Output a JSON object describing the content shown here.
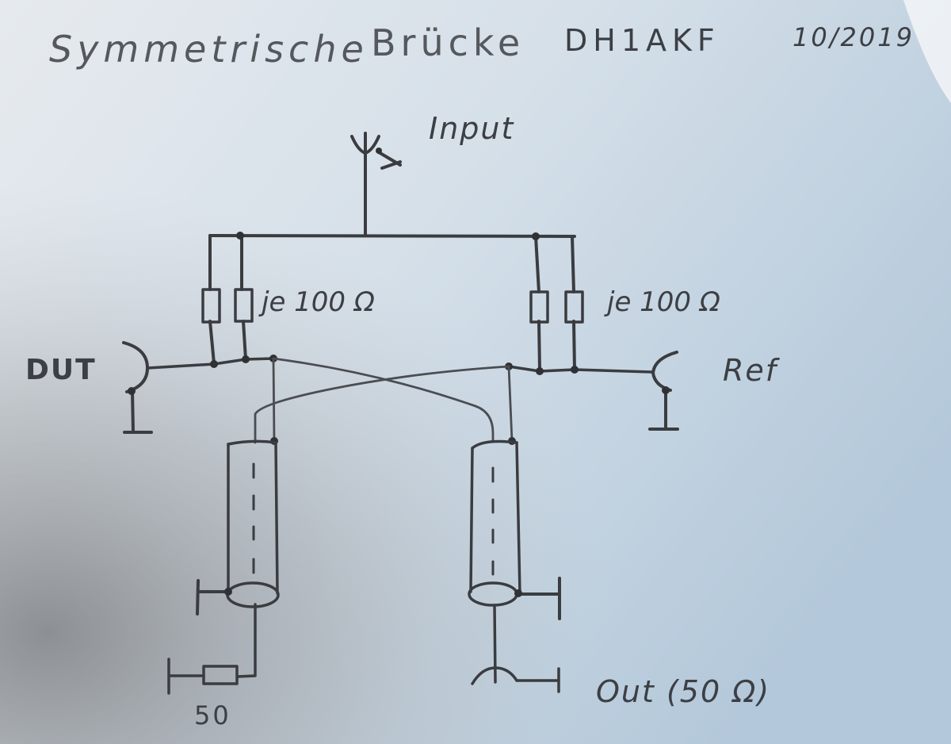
{
  "sheet": {
    "title": "Symmetrische",
    "title_word2": "Brücke",
    "callsign": "DH1AKF",
    "date": "10/2019"
  },
  "labels": {
    "input": "Input",
    "dut": "DUT",
    "ref": "Ref",
    "resistors_left": "je 100 Ω",
    "resistors_right": "je 100 Ω",
    "termination": "50",
    "output": "Out (50 Ω)"
  },
  "colors": {
    "ink": "#3a3c40",
    "paper_light": "#e9eef3",
    "paper_blue": "#b8cbdb",
    "paper_shadow": "#8e9194"
  },
  "icons": [
    "antenna-icon",
    "resistor-icon",
    "coax-connector-icon",
    "ground-icon",
    "coax-cable-icon"
  ]
}
